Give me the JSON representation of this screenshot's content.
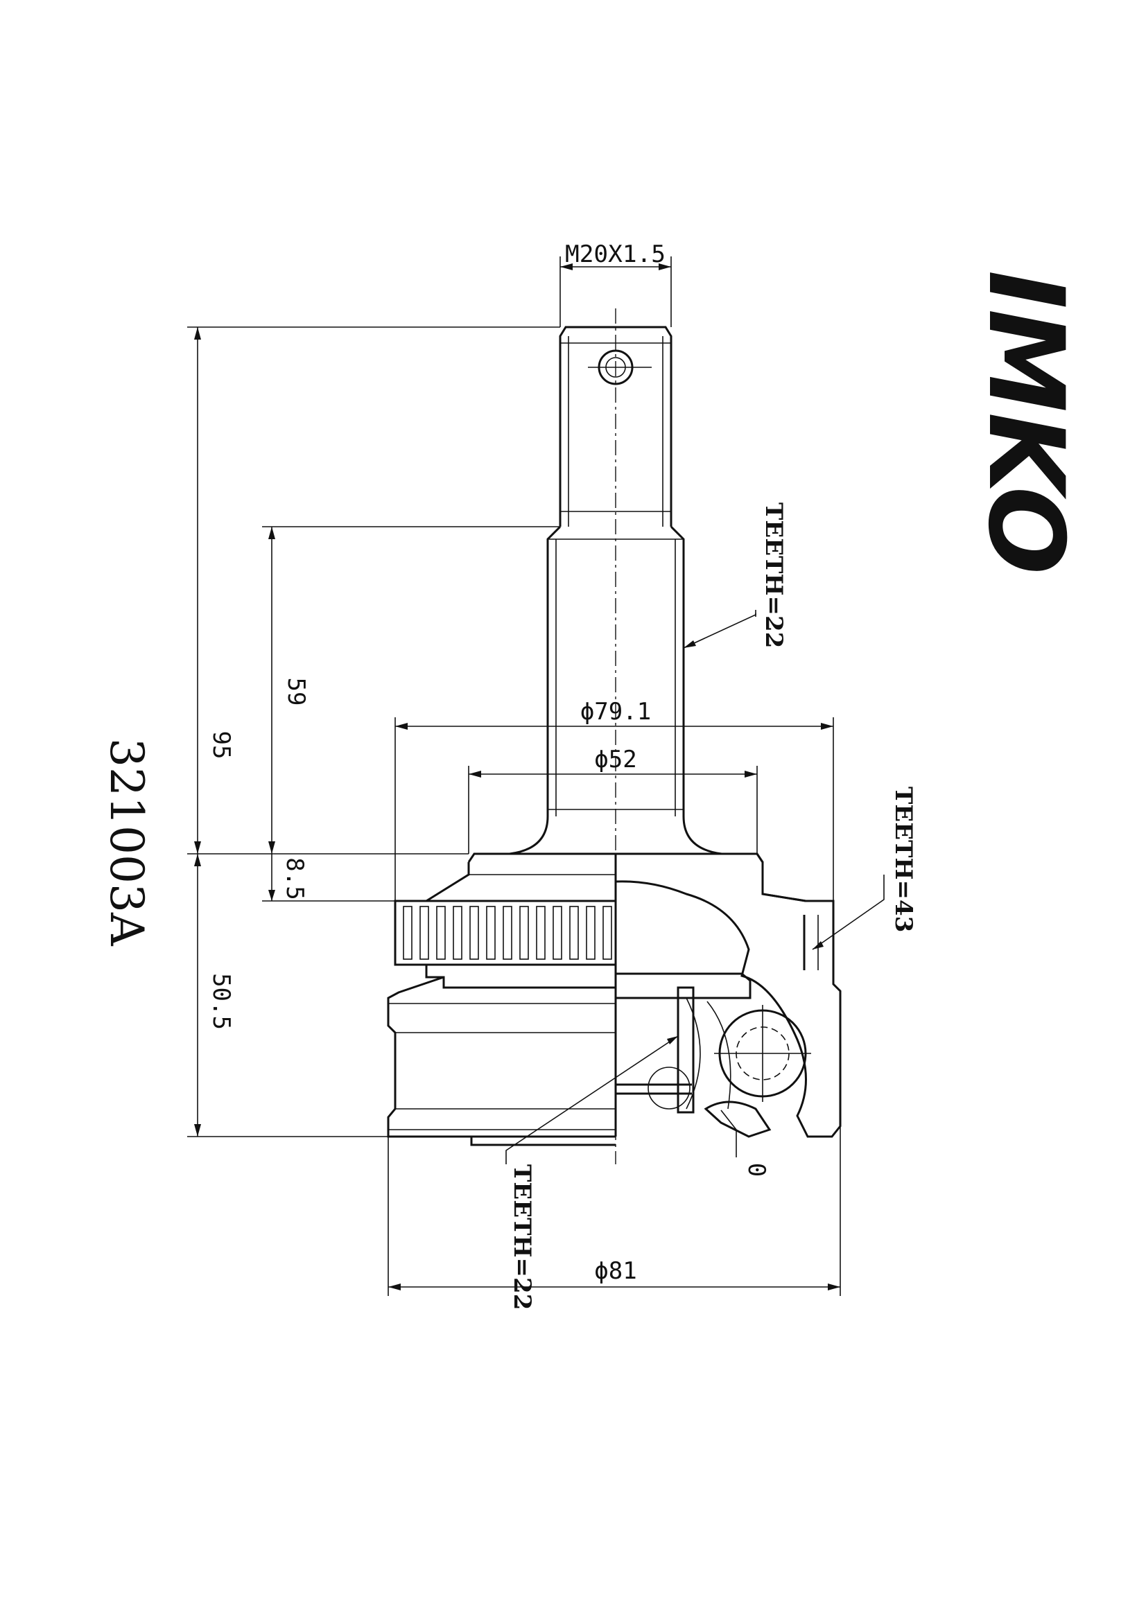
{
  "brand": {
    "logo_text": "IMKO"
  },
  "part_number": "321003A",
  "dimensions": {
    "thread": "M20X1.5",
    "overall_length": "95",
    "stem_length": "59",
    "collar_height": "8.5",
    "housing_height": "50.5",
    "abs_ring_diameter": "ϕ79.1",
    "seat_diameter": "ϕ52",
    "housing_diameter": "ϕ81",
    "angle": "0"
  },
  "callouts": {
    "stem_spline": "TEETH=22",
    "abs_ring_teeth": "TEETH=43",
    "inner_spline": "TEETH=22"
  }
}
